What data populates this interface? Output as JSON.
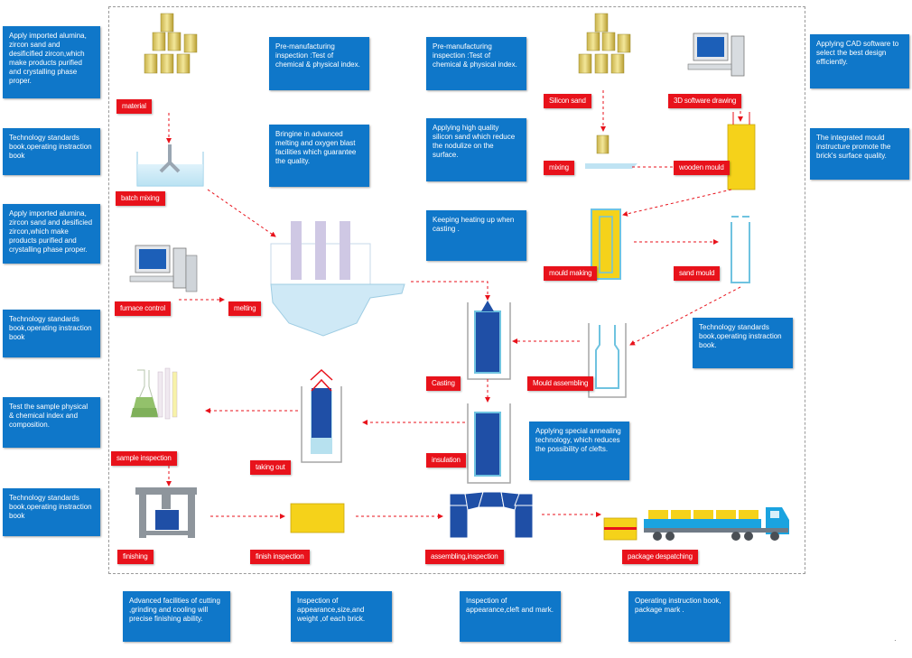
{
  "notes": {
    "left1": "Apply imported alumina, zircon sand and desificified zircon,which make products purified and crystalling phase proper.",
    "left2": "Technology standards book,operating instraction book",
    "left3": "Apply imported alumina, zircon sand and desificied zircon,which make products purified and crystalling phase proper.",
    "left4": "Technology standards book,operating instraction book",
    "left5": "Test the sample physical & chemical index and composition.",
    "left6": "Technology standards book,operating instraction book",
    "inspect1": "Pre-manufacturing inspection :Test of chemical & physical index.",
    "inspect2": "Pre-manufacturing inspection :Test of chemical & physical index.",
    "advanced": "Bringine in advanced melting and oxygen blast facilities which guarantee the quality.",
    "silicon": "Applying high quality silicon sand which reduce the nodulize on the surface.",
    "heating": "Keeping heating up when casting .",
    "annealing": "Applying special annealing technology, which reduces the possibility of clefts.",
    "right1": "Applying CAD software to select the best design efficiently.",
    "right2": "The integrated mould instructure promote the brick's surface quality.",
    "right3": "Technology standards book,operating instraction book.",
    "bottom1": "Advanced facilities of cutting ,grinding and cooling will precise finishing ability.",
    "bottom2": "Inspection of appearance,size,and weight ,of each brick.",
    "bottom3": "Inspection of appearance,cleft and mark.",
    "bottom4": "Operating instruction book, package mark ."
  },
  "tags": {
    "material": "material",
    "batch_mixing": "batch mixing",
    "furnace_control": "furnace control",
    "melting": "melting",
    "sample_inspection": "sample inspection",
    "taking_out": "taking out",
    "finishing": "finishing",
    "finish_inspection": "finish inspection",
    "silicon_sand": "Silicon sand",
    "drawing": "3D software drawing",
    "mixing": "mixing",
    "wooden_mould": "wooden mould",
    "mould_making": "mould making",
    "sand_mould": "sand mould",
    "casting": "Casting",
    "mould_assembling": "Mould assembling",
    "insulation": "insulation",
    "assembling_inspection": "assembling,inspection",
    "package": "package despatching"
  },
  "colors": {
    "note_blue": "#0f77c9",
    "tag_red": "#e8121b",
    "arrow_red": "#e8121b",
    "brick_yellow": "#f5d21a",
    "brick_blue": "#1f4fa6",
    "mould_cyan": "#6fc3e0"
  }
}
